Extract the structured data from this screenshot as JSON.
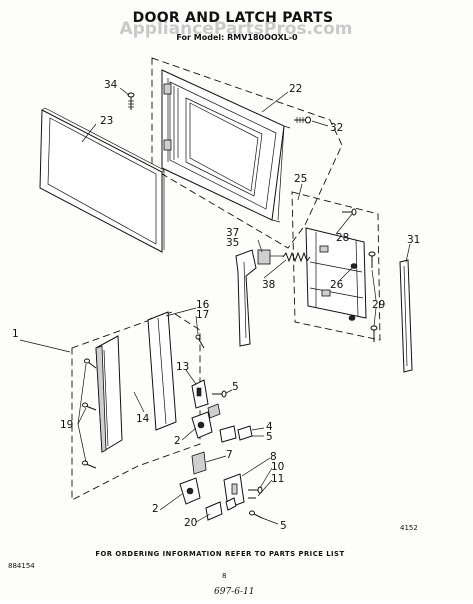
{
  "watermark": "AppliancePartsPros.com",
  "title": "DOOR AND LATCH PARTS",
  "subtitle": "For Model: RMV180OOXL-0",
  "callouts": {
    "c1": "1",
    "c2a": "2",
    "c2b": "2",
    "c4": "4",
    "c5a": "5",
    "c5b": "5",
    "c5c": "5",
    "c7": "7",
    "c8": "8",
    "c10": "10",
    "c11": "11",
    "c13": "13",
    "c14": "14",
    "c16": "16",
    "c17": "17",
    "c19": "19",
    "c20": "20",
    "c22": "22",
    "c23": "23",
    "c25": "25",
    "c26": "26",
    "c28": "28",
    "c29": "29",
    "c31": "31",
    "c32": "32",
    "c34": "34",
    "c35": "35",
    "c37": "37",
    "c38": "38"
  },
  "diagram_code": "4152",
  "footer_note": "FOR ORDERING INFORMATION REFER TO PARTS PRICE LIST",
  "doc_number": "884154",
  "page_number": "8",
  "handwritten": "697-6-11"
}
